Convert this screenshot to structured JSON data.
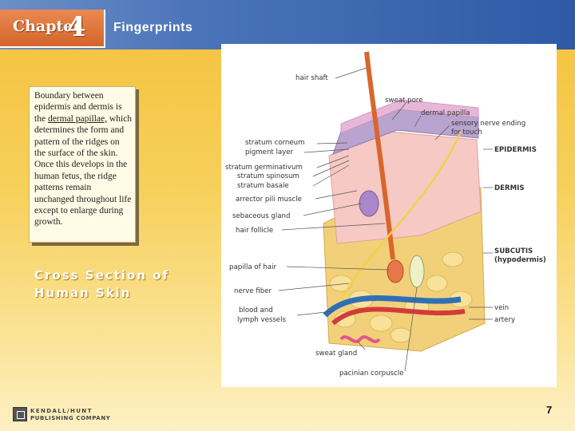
{
  "header": {
    "chapter_word": "Chapter",
    "chapter_number": "4",
    "title": "Fingerprints"
  },
  "note": {
    "text_before": "Boundary between epidermis and dermis is the ",
    "term": "dermal papillae,",
    "text_after": " which determines the form and pattern of the ridges on the surface of the skin. Once this develops in the human fetus, the ridge patterns remain unchanged throughout life except to enlarge during growth."
  },
  "caption": {
    "line1": "Cross Section of",
    "line2": "Human Skin"
  },
  "figure": {
    "labels": {
      "hair_shaft": "hair shaft",
      "sweat_pore": "sweat pore",
      "dermal_papilla": "dermal papilla",
      "sensory_nerve_1": "sensory nerve ending",
      "sensory_nerve_2": "for touch",
      "stratum_corneum": "stratum corneum",
      "pigment_layer": "pigment layer",
      "stratum_germinativum": "stratum germinativum",
      "stratum_spinosum": "stratum spinosum",
      "stratum_basale": "stratum basale",
      "arrector_pili": "arrector pili muscle",
      "sebaceous_gland": "sebaceous gland",
      "hair_follicle": "hair follicle",
      "papilla_of_hair": "papilla of hair",
      "nerve_fiber": "nerve fiber",
      "blood_lymph_1": "blood and",
      "blood_lymph_2": "lymph vessels",
      "sweat_gland": "sweat gland",
      "pacinian": "pacinian corpuscle",
      "epidermis": "EPIDERMIS",
      "dermis": "DERMIS",
      "subcutis_1": "SUBCUTIS",
      "subcutis_2": "(hypodermis)",
      "vein": "vein",
      "artery": "artery"
    }
  },
  "footer": {
    "publisher_line1": "KENDALL/HUNT",
    "publisher_line2": "PUBLISHING COMPANY",
    "page_number": "7"
  },
  "colors": {
    "header_blue": "#2e5aa6",
    "chapter_orange": "#d4652b",
    "background_yellow": "#f4c03a"
  }
}
